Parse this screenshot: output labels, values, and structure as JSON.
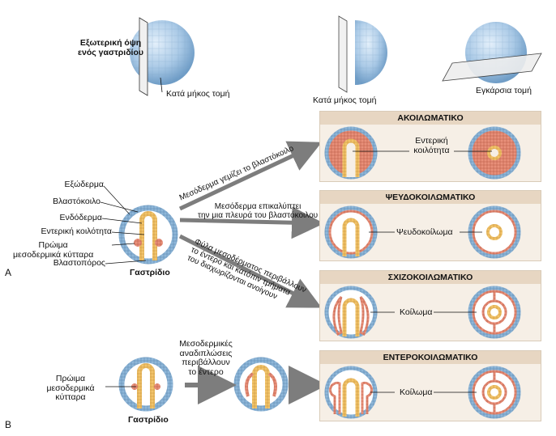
{
  "top": {
    "external_view": "Εξωτερική όψη\nενός γαστριδίου",
    "longitudinal_section_1": "Κατά μήκος τομή",
    "longitudinal_section_2": "Κατά μήκος τομή",
    "cross_section": "Εγκάρσια τομή"
  },
  "section_a": {
    "marker": "Α",
    "labels": [
      "Εξώδερμα",
      "Βλαστόκοιλο",
      "Ενδόδερμα",
      "Εντερική κοιλότητα",
      "Πρώιμα\nμεσοδερμικά κύτταρα",
      "Βλαστοπόρος"
    ],
    "gastrula": "Γαστρίδιο",
    "arrow1": "Μεσόδερμα γεμίζει το βλαστόκοιλο",
    "arrow2": "Μεσόδερμα επικαλύπτει\nτην μια πλευρά του βλαστόκοιλου",
    "arrow3": "Φύλα μεσοδέρματος περιβάλλουν\nτο έντερο και κατόπιν τμήματα\nτου διαχωρίζονται ανοίγουν"
  },
  "panels": [
    {
      "title": "ΑΚΟΙΛΩΜΑΤΙΚΟ",
      "center_label": "Εντερική\nκοιλότητα"
    },
    {
      "title": "ΨΕΥΔΟΚΟΙΛΩΜΑΤΙΚΟ",
      "center_label": "Ψευδοκοίλωμα"
    },
    {
      "title": "ΣΧΙΖΟΚΟΙΛΩΜΑΤΙΚΟ",
      "center_label": "Κοίλωμα"
    },
    {
      "title": "ΕΝΤΕΡΟΚΟΙΛΩΜΑΤΙΚΟ",
      "center_label": "Κοίλωμα"
    }
  ],
  "section_b": {
    "marker": "Β",
    "early_mesoderm": "Πρώιμα\nμεσοδερμικά\nκύτταρα",
    "gastrula": "Γαστρίδιο",
    "arrow_text": "Μεσοδερμικές\nαναδιπλώσεις\nπεριβάλλουν\nτο έντερο"
  },
  "colors": {
    "ectoderm": "#8fb7d9",
    "endoderm": "#f2c46b",
    "mesoderm": "#e8907a",
    "arrow": "#7d7d7d",
    "panel_bg": "#f6efe6",
    "panel_head": "#e7d6c2"
  }
}
